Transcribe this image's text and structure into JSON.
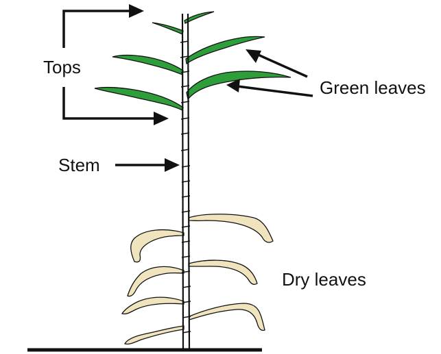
{
  "labels": {
    "tops": "Tops",
    "green_leaves": "Green leaves",
    "stem": "Stem",
    "dry_leaves": "Dry leaves"
  },
  "colors": {
    "green_leaf": "#2e9e3a",
    "dry_leaf": "#efe4bd",
    "outline": "#111111"
  }
}
